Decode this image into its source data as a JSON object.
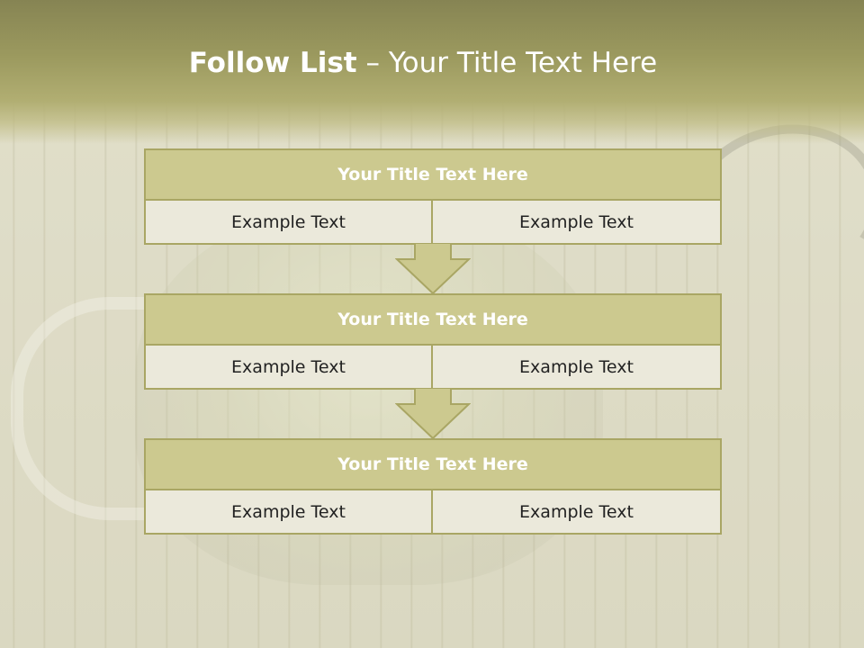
{
  "slide": {
    "title_bold": "Follow List",
    "title_rest": " – Your Title Text Here",
    "steps": [
      {
        "title": "Your Title Text Here",
        "left_text": "Example Text",
        "right_text": "Example Text"
      },
      {
        "title": "Your Title Text Here",
        "left_text": "Example Text",
        "right_text": "Example Text"
      },
      {
        "title": "Your Title Text Here",
        "left_text": "Example Text",
        "right_text": "Example Text"
      }
    ]
  },
  "colors": {
    "header": "#9c9a5f",
    "box_title_fill": "#ccc98f",
    "box_border": "#a9a664",
    "cell_fill": "#ebe9db",
    "arrow_fill": "#ccc98f"
  },
  "icons": [
    "down-arrow-icon"
  ]
}
